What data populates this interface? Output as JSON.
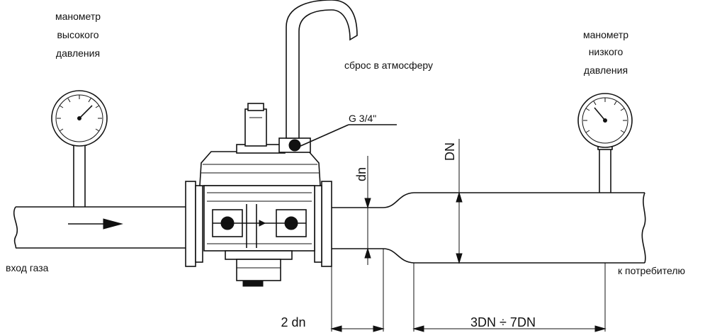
{
  "labels": {
    "hp_gauge": [
      "манометр",
      "высокого",
      "давления"
    ],
    "lp_gauge": [
      "манометр",
      "низкого",
      "давления"
    ],
    "vent": "сброс в атмосферу",
    "thread": "G 3/4\"",
    "inlet": "вход газа",
    "outlet": "к потребителю",
    "dim_small": "dn",
    "dim_large": "DN",
    "dist_upstream": "2 dn",
    "dist_downstream": "3DN ÷ 7DN"
  }
}
